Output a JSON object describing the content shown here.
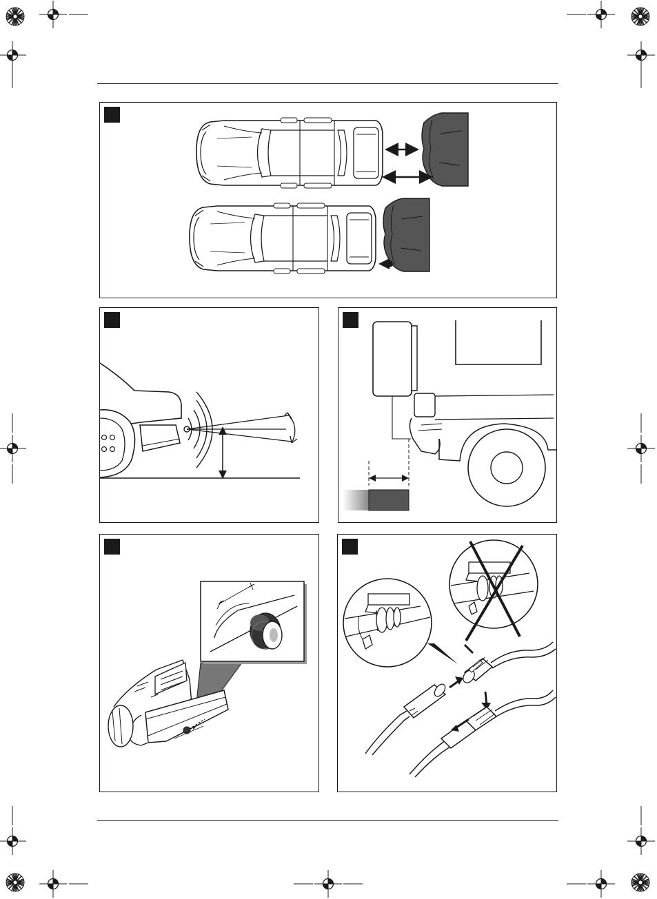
{
  "page": {
    "figures": [
      {
        "id": "fig-1",
        "label": ""
      },
      {
        "id": "fig-2",
        "label": ""
      },
      {
        "id": "fig-3",
        "label": ""
      },
      {
        "id": "fig-4",
        "label": ""
      },
      {
        "id": "fig-5",
        "label": ""
      }
    ]
  },
  "colors": {
    "ink": "#1a1a1a",
    "obstacle_fill": "#555555",
    "marker_fill": "#1a1a1a"
  },
  "icons": {
    "registration_mark": "crosshair-target-icon",
    "color_wheel": "starburst-color-bar-icon"
  }
}
